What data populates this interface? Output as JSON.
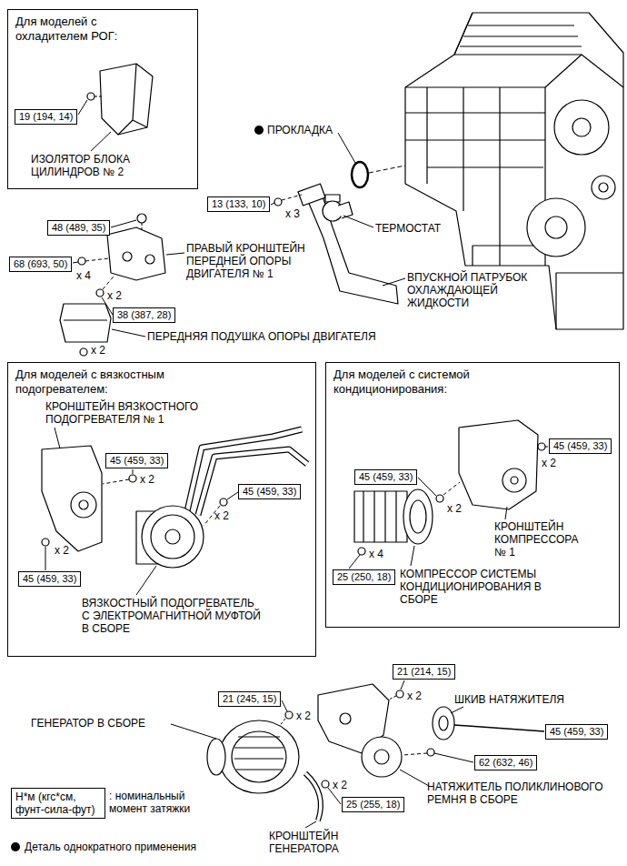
{
  "diagram": {
    "nodes": [
      {
        "text": [
          "Для моделей с охладителем РОГ:"
        ]
      },
      {
        "text": [
          "19 (194, 14)"
        ],
        "in": 0
      },
      {
        "text": [
          "13 (133, 10)"
        ]
      },
      {
        "text": [
          "48 (489, 35)"
        ]
      },
      {
        "text": [
          "68 (693, 50)"
        ]
      },
      {
        "text": [
          "38 (387, 28)"
        ]
      },
      {
        "text": [
          "Для моделей с вязкостным подогревателем:"
        ]
      },
      {
        "text": [
          "45 (459, 33)"
        ],
        "in": 6
      },
      {
        "text": [
          "45 (459, 33)"
        ],
        "in": 6
      },
      {
        "text": [
          "45 (459, 33)"
        ],
        "in": 6
      },
      {
        "text": [
          "Для моделей с системой кондиционирования:"
        ]
      },
      {
        "text": [
          "45 (459, 33)"
        ],
        "in": 10
      },
      {
        "text": [
          "45 (459, 33)"
        ],
        "in": 10
      },
      {
        "text": [
          "25 (250, 18)"
        ],
        "in": 10
      },
      {
        "text": [
          "21 (214, 15)"
        ]
      },
      {
        "text": [
          "21 (245, 15)"
        ]
      },
      {
        "text": [
          "45 (459, 33)"
        ]
      },
      {
        "text": [
          "62 (632, 46)"
        ]
      },
      {
        "text": [
          "Н*м (кгс*см, фунт-сила-фут)"
        ]
      },
      {
        "text": [
          "25 (255, 18)"
        ]
      }
    ],
    "labels": [
      "ПРОКЛАДКА",
      "ИЗОЛЯТОР БЛОКА ЦИЛИНДРОВ № 2",
      "x 3",
      "ТЕРМОСТАТ",
      "ПРАВЫЙ КРОНШТЕЙН ПЕРЕДНЕЙ ОПОРЫ ДВИГАТЕЛЯ № 1",
      "x 4",
      "ВПУСКНОЙ ПАТРУБОК ОХЛАЖДАЮЩЕЙ ЖИДКОСТИ",
      "x 2",
      "ПЕРЕДНЯЯ ПОДУШКА ОПОРЫ ДВИГАТЕЛЯ",
      "x 2",
      "КРОНШТЕЙН ВЯЗКОСТНОГО ПОДОГРЕВАТЕЛЯ № 1",
      "x 2",
      "x 2",
      "x 2",
      "ВЯЗКОСТНЫЙ ПОДОГРЕВАТЕЛЬ С ЭЛЕКТРОМАГНИТНОЙ МУФТОЙ В СБОРЕ",
      "x 2",
      "x 2",
      "КРОНШТЕЙН КОМПРЕССОРА № 1",
      "x 4",
      "КОМПРЕССОР СИСТЕМЫ КОНДИЦИОНИРОВАНИЯ В СБОРЕ",
      "x 2",
      "ШКИВ НАТЯЖИТЕЛЯ",
      "x 2",
      "ГЕНЕРАТОР В СБОРЕ",
      "НАТЯЖИТЕЛЬ ПОЛИКЛИНОВОГО РЕМНЯ В СБОРЕ",
      "x 2",
      ": номинальный момент затяжки",
      "КРОНШТЕЙН ГЕНЕРАТОРА"
    ],
    "legend": [
      {
        "text": "Деталь однократного применения"
      }
    ]
  }
}
